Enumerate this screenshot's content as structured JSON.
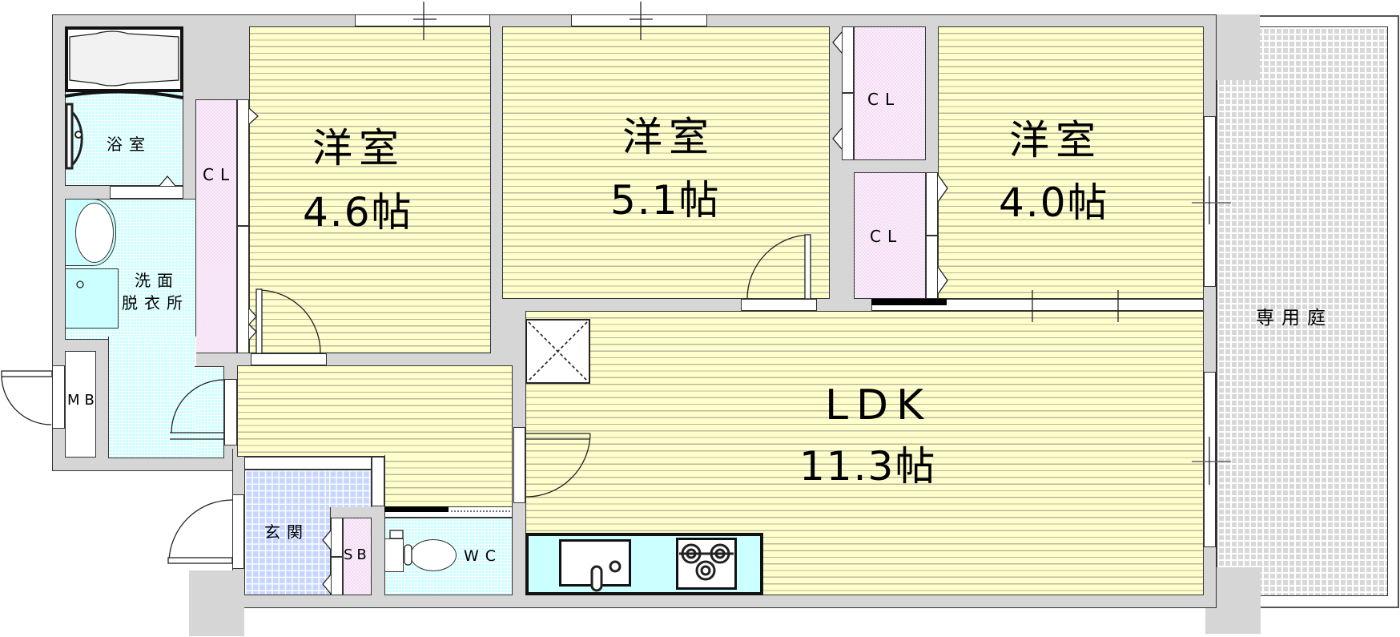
{
  "floorplan": {
    "rooms": [
      {
        "id": "western-room-1",
        "name": "洋室",
        "size": "4.6帖"
      },
      {
        "id": "western-room-2",
        "name": "洋室",
        "size": "5.1帖"
      },
      {
        "id": "western-room-3",
        "name": "洋室",
        "size": "4.0帖"
      },
      {
        "id": "ldk",
        "name": "LDK",
        "size": "11.3帖"
      }
    ],
    "labels": {
      "bathroom": "浴室",
      "washroom_line1": "洗面",
      "washroom_line2": "脱衣所",
      "closet": "CL",
      "meter_box": "MB",
      "entrance": "玄関",
      "shoe_box": "SB",
      "toilet": "WC",
      "private_garden": "専用庭"
    },
    "colors": {
      "wood_floor": "#ffffcc",
      "wet_area": "#ccffff",
      "entrance_tile": "#c6d6ff",
      "closet": "#f4dcf4",
      "wall": "#d6d6d6",
      "garden": "#d8d8d8"
    }
  }
}
